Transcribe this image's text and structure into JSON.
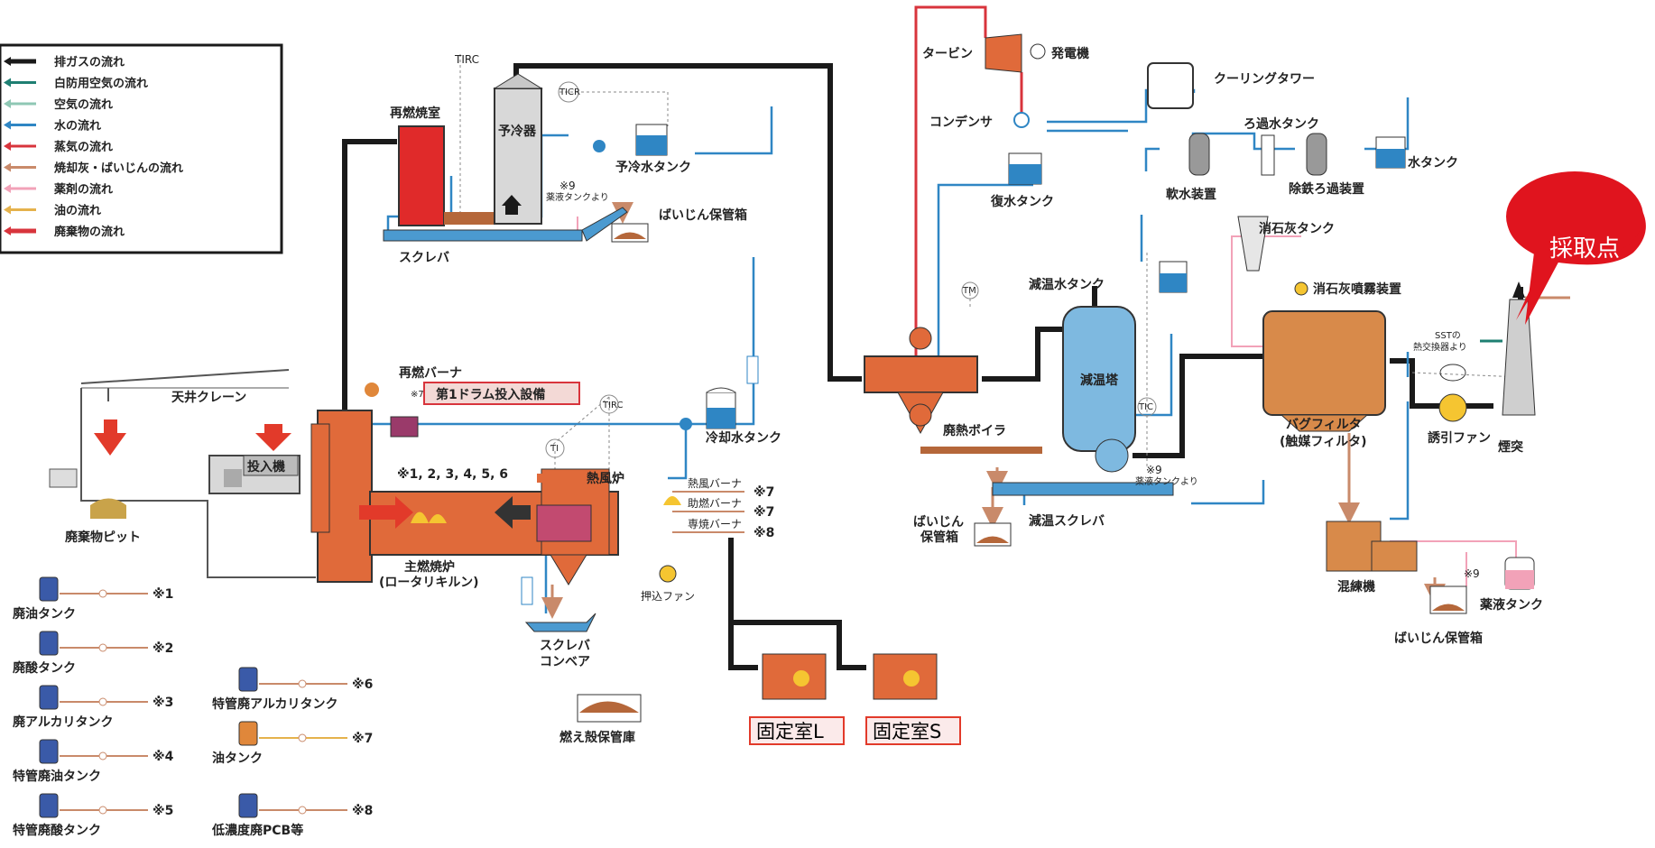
{
  "legend": [
    {
      "label": "排ガスの流れ",
      "color": "#1a1a1a"
    },
    {
      "label": "白防用空気の流れ",
      "color": "#1e7f72"
    },
    {
      "label": "空気の流れ",
      "color": "#8fc7b4"
    },
    {
      "label": "水の流れ",
      "color": "#2f86c4"
    },
    {
      "label": "蒸気の流れ",
      "color": "#d8343c"
    },
    {
      "label": "焼却灰・ばいじんの流れ",
      "color": "#c98a6a"
    },
    {
      "label": "薬剤の流れ",
      "color": "#f2a2b8"
    },
    {
      "label": "油の流れ",
      "color": "#e5b24c"
    },
    {
      "label": "廃棄物の流れ",
      "color": "#d8343c"
    }
  ],
  "tanks": [
    {
      "label": "廃油タンク",
      "mark": "※1"
    },
    {
      "label": "廃酸タンク",
      "mark": "※2"
    },
    {
      "label": "廃アルカリタンク",
      "mark": "※3"
    },
    {
      "label": "特管廃油タンク",
      "mark": "※4"
    },
    {
      "label": "特管廃酸タンク",
      "mark": "※5"
    },
    {
      "label": "特管廃アルカリタンク",
      "mark": "※6"
    },
    {
      "label": "油タンク",
      "mark": "※7"
    },
    {
      "label": "低濃度廃PCB等",
      "mark": "※8"
    }
  ],
  "labels": {
    "sainenshoushitsu": "再燃焼室",
    "yoreiki": "予冷器",
    "yoreisui": "予冷水タンク",
    "tic1": "TICR",
    "tic_small": "TIRC",
    "kome9a": "※9",
    "yakueki_yori_a": "薬液タンクより",
    "baijin_box_a": "ばいじん保管箱",
    "sukureba_top": "スクレバ",
    "turbine": "タービン",
    "generator": "発電機",
    "condenser": "コンデンサ",
    "coolingtower": "クーリングタワー",
    "rokasui": "ろ過水タンク",
    "fukusui": "復水タンク",
    "nansui": "軟水装置",
    "jotetsu": "除鉄ろ過装置",
    "mizutank": "水タンク",
    "shousekkai": "消石灰タンク",
    "shousekkai_funmu": "消石灰噴霧装置",
    "genonsui": "減温水タンク",
    "tm": "TM",
    "tic": "TIC",
    "genontou": "減温塔",
    "haineboira": "廃熱ボイラ",
    "baghouse": "バグフィルタ",
    "baghouse2": "(触媒フィルタ)",
    "sst": "SSTの",
    "sst2": "熱交換器より",
    "yuuin": "誘引ファン",
    "entotsu": "煙突",
    "saishu": "採取点",
    "kome9b": "※9",
    "yakueki_yori_b": "薬液タンクより",
    "baijin_box_b": "ばいじん",
    "baijin_box_b2": "保管箱",
    "genon_sukureba": "減温スクレバ",
    "konren": "混練機",
    "kome9c": "※9",
    "yakueki_tank": "薬液タンク",
    "baijin_box_c": "ばいじん保管箱",
    "sainen_burner": "再燃バーナ",
    "kome7a": "※7",
    "drum": "第1ドラム投入設備",
    "crane": "天井クレーン",
    "tounyuuki": "投入機",
    "pit": "廃棄物ピット",
    "kome_list": "※1, 2, 3, 4, 5, 6",
    "reikyaku": "冷却水タンク",
    "nefuro": "熱風炉",
    "tirc": "TIRC",
    "ti": "TI",
    "burner1": "熱風バーナ",
    "burner2": "助燃バーナ",
    "burner3": "専焼バーナ",
    "kome7b": "※7",
    "kome7c": "※7",
    "kome8": "※8",
    "oshikomi": "押込ファン",
    "shunenshou": "主燃焼炉",
    "rotary": "(ロータリキルン)",
    "conveyor1": "スクレバ",
    "conveyor2": "コンベア",
    "moegara": "燃え殻保管庫",
    "room_l": "固定室L",
    "room_s": "固定室S"
  }
}
